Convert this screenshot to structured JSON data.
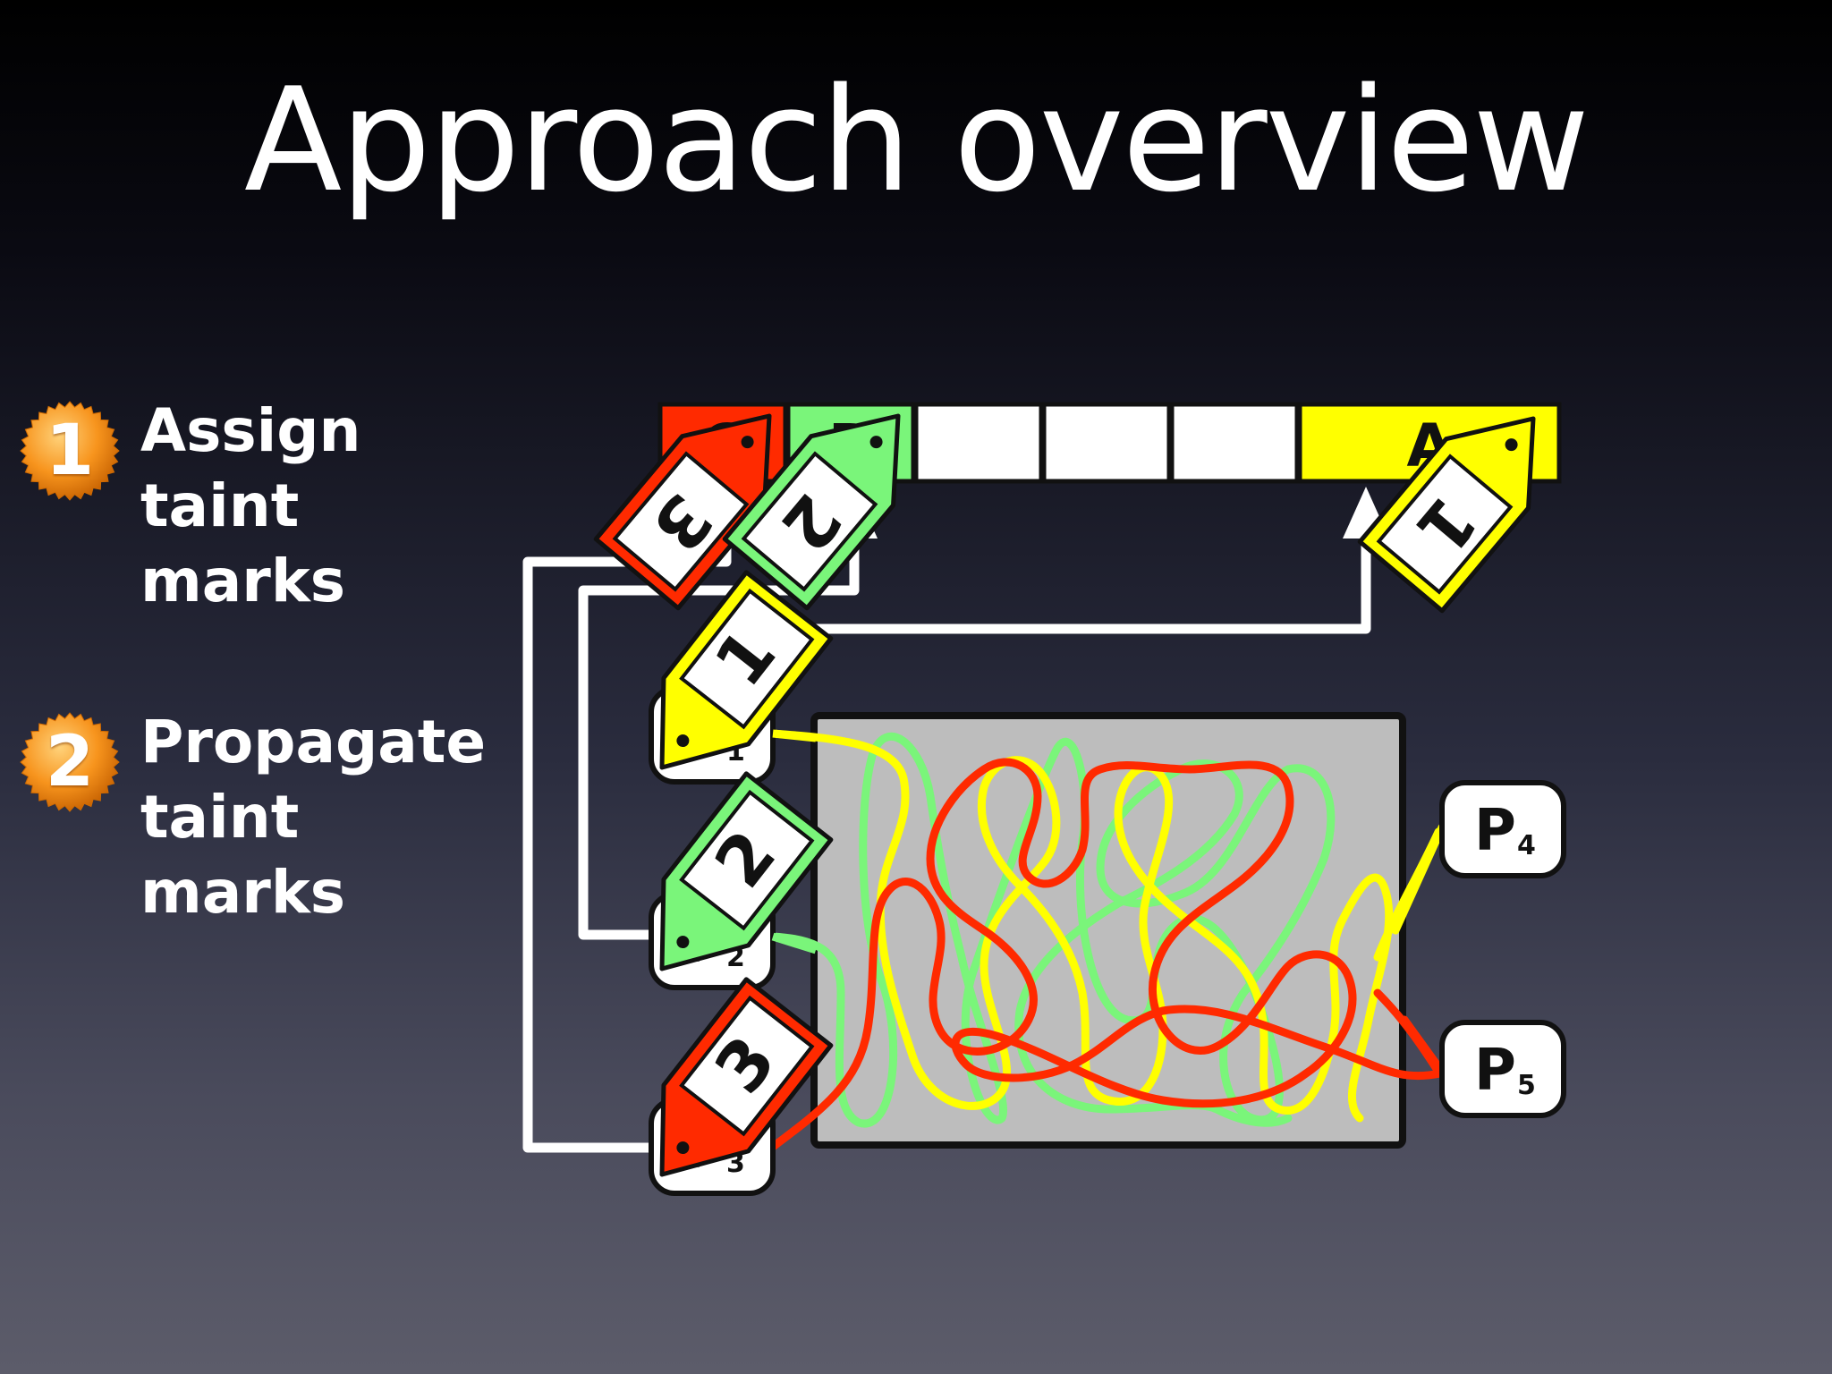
{
  "slide": {
    "title": "Approach overview",
    "steps": [
      {
        "number": "1",
        "line1": "Assign",
        "line2": "taint marks"
      },
      {
        "number": "2",
        "line1": "Propagate",
        "line2": "taint marks"
      }
    ]
  },
  "memory": {
    "cells": [
      {
        "label": "C",
        "color": "#ff2a00"
      },
      {
        "label": "B",
        "color": "#7af57a"
      },
      {
        "label": "",
        "color": "#ffffff"
      },
      {
        "label": "",
        "color": "#ffffff"
      },
      {
        "label": "",
        "color": "#ffffff"
      },
      {
        "label": "A",
        "color": "#ffff00"
      }
    ]
  },
  "tags": {
    "top": [
      {
        "number": "3",
        "color": "#ff2a00"
      },
      {
        "number": "2",
        "color": "#7af57a"
      },
      {
        "number": "1",
        "color": "#ffff00"
      }
    ],
    "side": [
      {
        "number": "1",
        "color": "#ffff00"
      },
      {
        "number": "2",
        "color": "#7af57a"
      },
      {
        "number": "3",
        "color": "#ff2a00"
      }
    ]
  },
  "ports": [
    {
      "letter": "P",
      "sub": "1"
    },
    {
      "letter": "P",
      "sub": "2"
    },
    {
      "letter": "P",
      "sub": "3"
    },
    {
      "letter": "P",
      "sub": "4"
    },
    {
      "letter": "P",
      "sub": "5"
    }
  ],
  "colors": {
    "red": "#ff2a00",
    "green": "#7af57a",
    "yellow": "#ffff00",
    "box": "#bdbdbd",
    "badge": "#f7941d"
  }
}
